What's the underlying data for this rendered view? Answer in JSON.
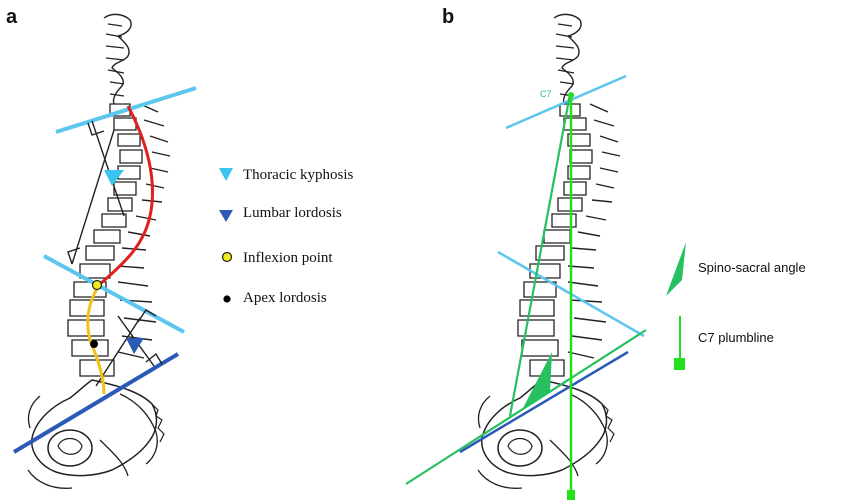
{
  "panels": {
    "a": {
      "label": "a",
      "legend": [
        {
          "text": "Thoracic kyphosis",
          "icon": "triangle-down-icon",
          "color": "#38c4ef"
        },
        {
          "text": "Lumbar lordosis",
          "icon": "triangle-down-icon",
          "color": "#2c5bb5"
        },
        {
          "text": "Inflexion point",
          "icon": "circle-icon",
          "color": "#f0e91c"
        },
        {
          "text": "Apex lordosis",
          "icon": "circle-icon",
          "color": "#000000"
        }
      ]
    },
    "b": {
      "label": "b",
      "c7_label": "C7",
      "legend": [
        {
          "text": "Spino-sacral angle",
          "icon": "wedge-icon",
          "color": "#21c46a"
        },
        {
          "text": "C7 plumbline",
          "icon": "plumbline-icon",
          "color": "#22e01c"
        }
      ]
    }
  },
  "colors": {
    "thoracic_line": "#5cc6ee",
    "lumbar_line": "#2a59b8",
    "kyphosis_curve": "#e02020",
    "lordosis_curve": "#f3c11a",
    "plumb": "#22e01c",
    "angle": "#26c060"
  }
}
